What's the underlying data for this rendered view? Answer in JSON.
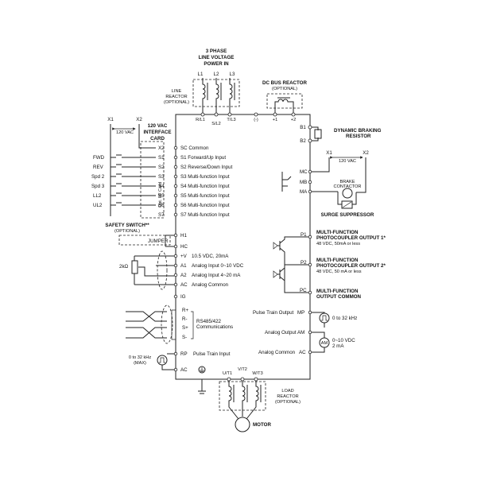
{
  "power_in": {
    "line1": "3 PHASE",
    "line2": "LINE VOLTAGE",
    "line3": "POWER IN",
    "l1": "L1",
    "l2": "L2",
    "l3": "L3"
  },
  "line_reactor": {
    "line1": "LINE",
    "line2": "REACTOR",
    "line3": "(OPTIONAL)"
  },
  "dc_bus_reactor": {
    "line1": "DC BUS REACTOR",
    "line2": "(OPTIONAL)"
  },
  "top_terminals": {
    "rl1": "R/L1",
    "sl2": "S/L2",
    "tl3": "T/L3",
    "minus": "(-)",
    "plus1": "+1",
    "plus2": "+2"
  },
  "braking": {
    "b1": "B1",
    "b2": "B2",
    "line1": "DYNAMIC BRAKING",
    "line2": "RESISTOR"
  },
  "interface_card": {
    "x1": "X1",
    "x2": "X2",
    "vac": "120 VAC",
    "line1": "120 VAC",
    "line2": "INTERFACE",
    "line3": "CARD",
    "card_label": "Opt. I/F Card"
  },
  "inputs": [
    {
      "left": "",
      "term": "X2",
      "desc": "SC Common"
    },
    {
      "left": "FWD",
      "term": "S1",
      "desc": "S1 Forward/Up Input"
    },
    {
      "left": "REV",
      "term": "S2",
      "desc": "S2 Reverse/Down Input"
    },
    {
      "left": "Spd 2",
      "term": "S3",
      "desc": "S3 Multi-function Input"
    },
    {
      "left": "Spd 3",
      "term": "S4",
      "desc": "S4 Multi-function Input"
    },
    {
      "left": "LL2",
      "term": "S5",
      "desc": "S5 Multi-function Input"
    },
    {
      "left": "UL2",
      "term": "S6",
      "desc": "S6 Multi-function Input"
    },
    {
      "left": "",
      "term": "S7",
      "desc": "S7 Multi-function Input"
    }
  ],
  "safety": {
    "line1": "SAFETY SWITCH**",
    "line2": "(OPTIONAL)",
    "jumper": "JUMPER",
    "h1": "H1",
    "hc": "HC"
  },
  "analog_in": {
    "pot": "2kΩ",
    "v": "+V",
    "v_desc": "10.5 VDC, 20mA",
    "a1": "A1",
    "a1_desc": "Analog Input 0~10 VDC",
    "a2": "A2",
    "a2_desc": "Analog Input 4~20 mA",
    "ac": "AC",
    "ac_desc": "Analog Common",
    "ig": "IG"
  },
  "rs485": {
    "r_plus": "R+",
    "r_minus": "R-",
    "s_plus": "S+",
    "s_minus": "S-",
    "line1": "RS485/422",
    "line2": "Communications"
  },
  "pulse_in": {
    "line1": "0 to 32 kHz",
    "line2": "(MAX)",
    "rp": "RP",
    "rp_desc": "Pulse Train Input",
    "ac": "AC"
  },
  "relay_out": {
    "x1": "X1",
    "x2": "X2",
    "vac": "120 VAC",
    "mc": "MC",
    "mb": "MB",
    "ma": "MA",
    "brake1": "BRAKE",
    "brake2": "CONTACTOR",
    "surge": "SURGE SUPPRESSOR"
  },
  "photo1": {
    "p": "P1",
    "line1": "MULTI-FUNCTION",
    "line2": "PHOTOCOUPLER OUTPUT 1*",
    "line3": "48 VDC, 50mA or less"
  },
  "photo2": {
    "p": "P2",
    "line1": "MULTI-FUNCTION",
    "line2": "PHOTOCOUPLER OUTPUT 2*",
    "line3": "48 VDC, 50 mA or less"
  },
  "photo_common": {
    "p": "PC",
    "line1": "MULTI-FUNCTION",
    "line2": "OUTPUT COMMON"
  },
  "pulse_out": {
    "desc": "Pulse Train Output",
    "term": "MP",
    "range": "0 to 32 kHz"
  },
  "analog_out": {
    "desc": "Analog Output",
    "term": "AM",
    "range1": "0~10 VDC",
    "range2": "2 mA",
    "meter": "AM"
  },
  "analog_common": {
    "desc": "Analog Common",
    "term": "AC"
  },
  "outputs": {
    "u": "U/T1",
    "v": "V/T2",
    "w": "W/T3"
  },
  "load_reactor": {
    "line1": "LOAD",
    "line2": "REACTOR",
    "line3": "(OPTIONAL)"
  },
  "motor": {
    "label": "MOTOR"
  },
  "colors": {
    "line": "#222222",
    "background": "#ffffff"
  }
}
